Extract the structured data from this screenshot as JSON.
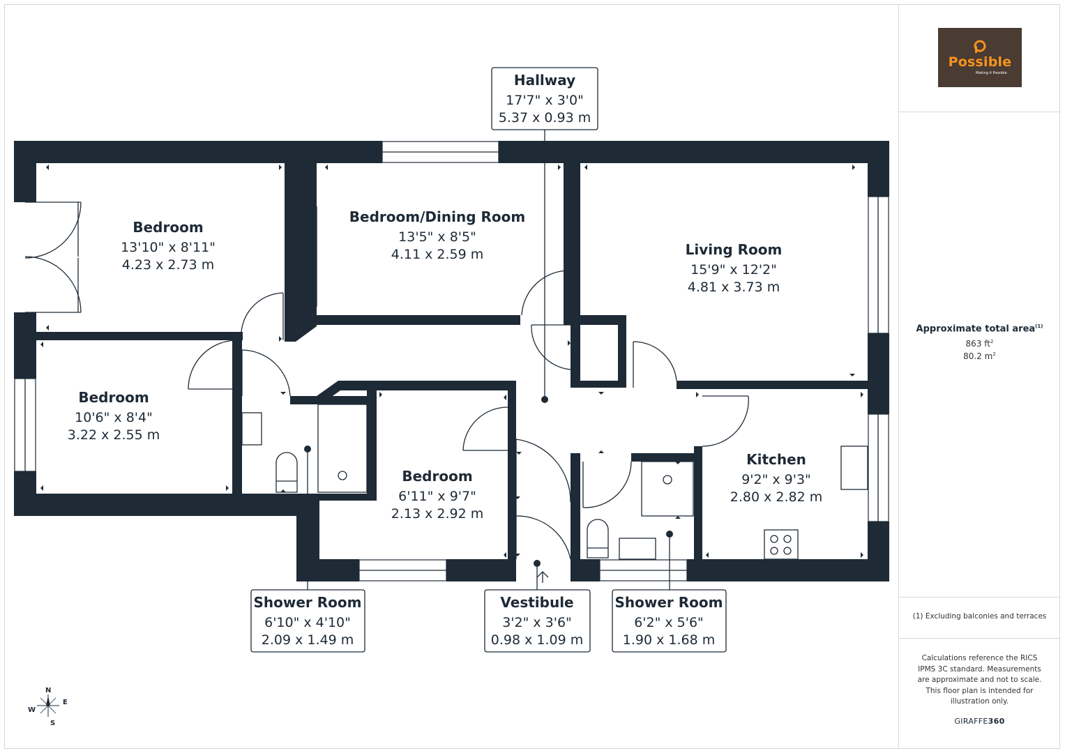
{
  "rooms": {
    "bedroom_1": {
      "name": "Bedroom",
      "imperial": "13'10\" x 8'11\"",
      "metric": "4.23 x 2.73 m"
    },
    "bedroom_dining": {
      "name": "Bedroom/Dining Room",
      "imperial": "13'5\" x 8'5\"",
      "metric": "4.11 x 2.59 m"
    },
    "living_room": {
      "name": "Living Room",
      "imperial": "15'9\" x 12'2\"",
      "metric": "4.81 x 3.73 m"
    },
    "bedroom_2": {
      "name": "Bedroom",
      "imperial": "10'6\" x 8'4\"",
      "metric": "3.22 x 2.55 m"
    },
    "bedroom_3": {
      "name": "Bedroom",
      "imperial": "6'11\" x 9'7\"",
      "metric": "2.13 x 2.92 m"
    },
    "kitchen": {
      "name": "Kitchen",
      "imperial": "9'2\" x 9'3\"",
      "metric": "2.80 x 2.82 m"
    }
  },
  "callouts": {
    "hallway": {
      "name": "Hallway",
      "imperial": "17'7\" x 3'0\"",
      "metric": "5.37 x 0.93 m"
    },
    "shower_room_1": {
      "name": "Shower Room",
      "imperial": "6'10\" x 4'10\"",
      "metric": "2.09 x 1.49 m"
    },
    "vestibule": {
      "name": "Vestibule",
      "imperial": "3'2\" x 3'6\"",
      "metric": "0.98 x 1.09 m"
    },
    "shower_room_2": {
      "name": "Shower Room",
      "imperial": "6'2\" x 5'6\"",
      "metric": "1.90 x 1.68 m"
    }
  },
  "compass": {
    "n": "N",
    "e": "E",
    "s": "S",
    "w": "W"
  },
  "sidebar": {
    "logo_name": "Possible",
    "logo_tagline": "Making it Possible",
    "area_title": "Approximate total area",
    "area_note_ref": "(1)",
    "area_sqft": "863 ft",
    "area_sqm": "80.2 m",
    "unit_power": "2",
    "footnote": "(1) Excluding balconies and terraces",
    "disclaimer": "Calculations reference the RICS IPMS 3C standard. Measurements are approximate and not to scale. This floor plan is intended for illustration only.",
    "brand_light": "GIRAFFE",
    "brand_bold": "360"
  },
  "colors": {
    "wall": "#1e2a36",
    "logo_bg": "#4a3b33",
    "logo_text": "#f7941d",
    "frame": "#d4d7da"
  }
}
